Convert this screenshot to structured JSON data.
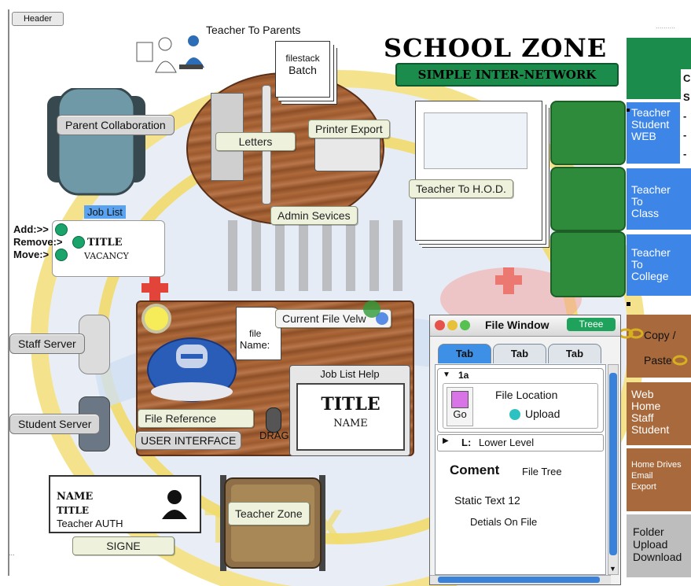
{
  "header_button": "Header",
  "top_label": "Teacher To Parents",
  "brand": {
    "title": "SCHOOL ZONE",
    "subtitle": "SIMPLE INTER-NETWORK"
  },
  "round_office": {
    "batch_top": "filestack",
    "batch": "Batch",
    "letters": "Letters",
    "printer_export": "Printer Export",
    "admin_services": "Admin Sevices"
  },
  "parent_collaboration": "Parent Collaboration",
  "teacher_to_hod": "Teacher To H.O.D.",
  "right_tiles": {
    "top_partial": [
      "C",
      "S",
      "-",
      "-",
      "-"
    ],
    "teacher_student_web": [
      "Teacher",
      "Student",
      "WEB"
    ],
    "teacher_to_class": [
      "Teacher",
      "To",
      "Class"
    ],
    "teacher_to_college": [
      "Teacher",
      "To",
      "College"
    ],
    "copy": "Copy /",
    "paste": "Paste",
    "web_home": [
      "Web",
      "Home",
      "Staff",
      "Student"
    ],
    "home_drives": [
      "Home Drives",
      "Email",
      "Export"
    ],
    "folder": [
      "Folder",
      "Upload",
      "Download"
    ]
  },
  "job_list": {
    "label": "Job List",
    "add": "Add:>>",
    "remove": "Remove:>",
    "move": "Move:>",
    "title": "TITLE",
    "vacancy": "VACANCY"
  },
  "servers": {
    "staff": "Staff Server",
    "student": "Student Server"
  },
  "user_interface": {
    "file_name": "file",
    "file_name2": "Name:",
    "current_file_view": "Current File Velw",
    "file_reference": "File Reference",
    "ui_label": "USER INTERFACE",
    "drag": "DRAG",
    "help_title": "Job List Help",
    "card_title": "TITLE",
    "card_name": "NAME"
  },
  "id_card": {
    "name": "NAME",
    "title": "TITLE",
    "role": "Teacher AUTH",
    "signe": "SIGNE"
  },
  "teacher_zone": "Teacher Zone",
  "file_window": {
    "title": "File Window",
    "badge": "Treee",
    "tabs": [
      "Tab",
      "Tab",
      "Tab"
    ],
    "section_1a": "1a",
    "go": "Go",
    "file_location": "File Location",
    "upload": "Upload",
    "lower_prefix": "L:",
    "lower_level": "Lower Level",
    "comment": "Coment",
    "file_tree": "File Tree",
    "static_text": "Static Text 12",
    "details": "Detials On File"
  },
  "colors": {
    "brand_green": "#1c8c4c",
    "tile_blue": "#3d86e8",
    "tile_brown": "#a86a3c",
    "accent_dot": "#1aa36a"
  }
}
